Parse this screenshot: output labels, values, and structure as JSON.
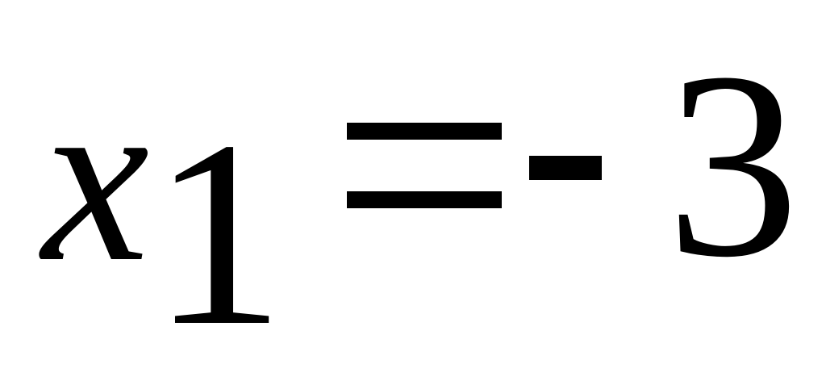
{
  "equation": {
    "variable": "x",
    "subscript": "1",
    "equals": "=",
    "minus": "-",
    "value": "3"
  }
}
